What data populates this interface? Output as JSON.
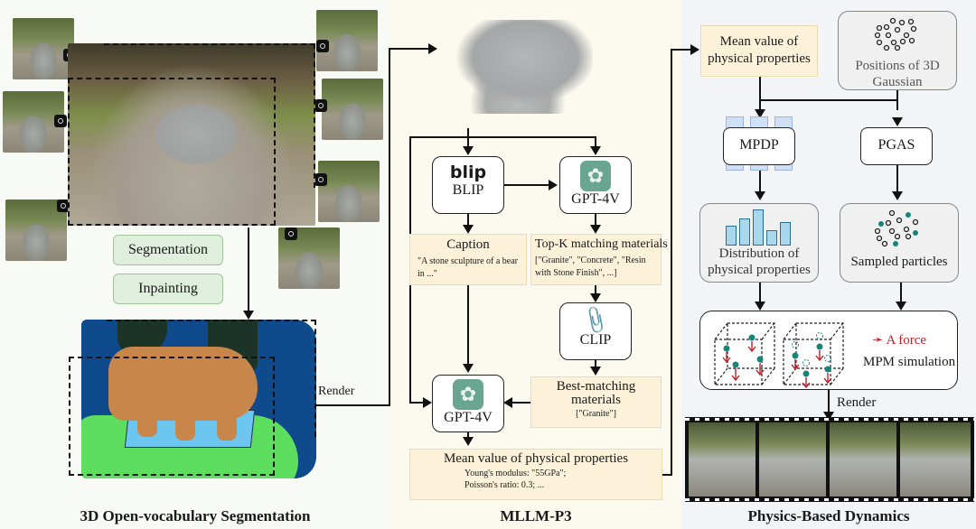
{
  "sections": {
    "left": {
      "title": "3D Open-vocabulary Segmentation",
      "buttons": [
        "Segmentation",
        "Inpainting"
      ],
      "render_label": "Render"
    },
    "middle": {
      "title": "MLLM-P3",
      "blip": {
        "logo": "blip",
        "label": "BLIP"
      },
      "gpt_top": {
        "label": "GPT-4V"
      },
      "caption": {
        "title": "Caption",
        "text": "\"A stone sculpture of a bear in ...\""
      },
      "topk": {
        "title": "Top-K matching materials",
        "text": "[\"Granite\", \"Concrete\", \"Resin with Stone Finish\", ...]"
      },
      "clip": {
        "label": "CLIP"
      },
      "best": {
        "title": "Best-matching materials",
        "text": "[\"Granite\"]"
      },
      "gpt_bottom": {
        "label": "GPT-4V"
      },
      "mean": {
        "title": "Mean value of physical properties",
        "line1": "Young's modulus:  \"55GPa\";",
        "line2": "Poisson's ratio: 0.3; ..."
      }
    },
    "right": {
      "title": "Physics-Based Dynamics",
      "mean_box": "Mean value of physical properties",
      "positions_box": "Positions of 3D Gaussian",
      "mpdp": "MPDP",
      "pgas": "PGAS",
      "distribution": "Distribution of physical properties",
      "sampled": "Sampled particles",
      "force_legend": "A force",
      "mpm": "MPM simulation",
      "render_label": "Render",
      "histogram_relative_heights": [
        0.55,
        0.75,
        1.0,
        0.42,
        0.65
      ]
    }
  },
  "colors": {
    "gpt_green": "#6aa592",
    "teal_particle": "#17847a",
    "force_red": "#c0202a",
    "seg_bear": "#c8864a",
    "seg_ground": "#5ede5e",
    "seg_base": "#6cc6f0",
    "seg_bg": "#0f4a8c"
  }
}
